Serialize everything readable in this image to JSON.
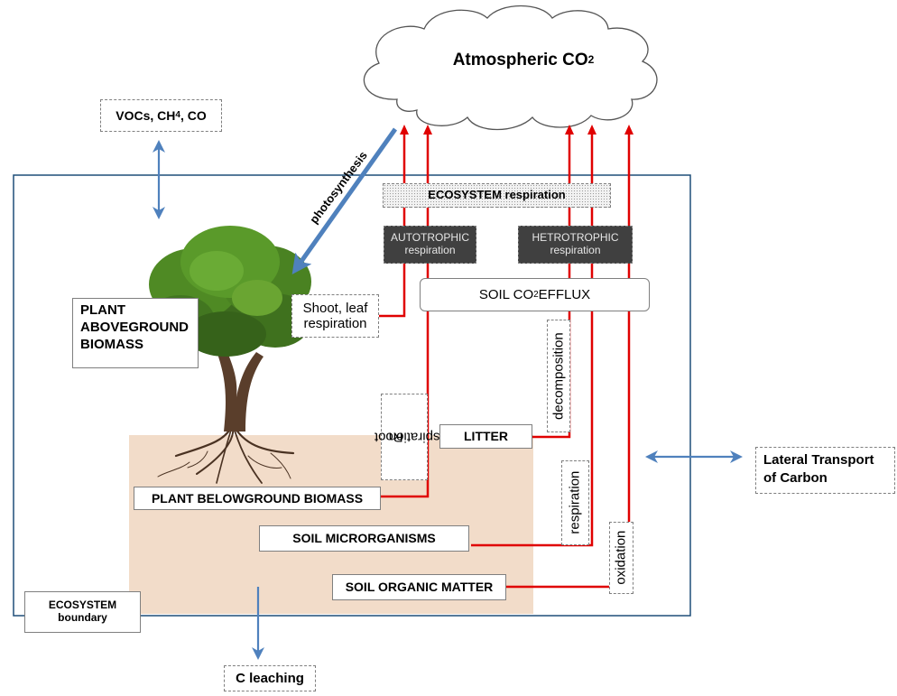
{
  "diagram": {
    "atmosphere": {
      "label": "Atmospheric CO",
      "subscript": "2"
    },
    "gases": {
      "label_a": "VOCs, CH",
      "sub": "4",
      "label_b": ", CO"
    },
    "photosynthesis": "photosynthesis",
    "ecosystem_respiration": "ECOSYSTEM respiration",
    "autotrophic": {
      "line1": "AUTOTROPHIC",
      "line2": "respiration"
    },
    "heterotrophic": {
      "line1": "HETROTROPHIC",
      "line2": "respiration"
    },
    "soil_efflux": {
      "label_a": "SOIL CO",
      "sub": "2",
      "label_b": " EFFLUX"
    },
    "shoot_leaf": {
      "line1": "Shoot, leaf",
      "line2": "respiration"
    },
    "plant_above": {
      "line1": "PLANT",
      "line2": "ABOVEGROUND",
      "line3": "BIOMASS"
    },
    "root_respiration": {
      "line1": "Root",
      "line2": "respiration"
    },
    "decomposition": "decomposition",
    "litter": "LITTER",
    "plant_below": "PLANT BELOWGROUND BIOMASS",
    "soil_micro": "SOIL MICRORGANISMS",
    "respiration": "respiration",
    "oxidation": "oxidation",
    "soil_organic": "SOIL ORGANIC MATTER",
    "ecosystem_boundary": {
      "line1": "ECOSYSTEM",
      "line2": "boundary"
    },
    "lateral": {
      "line1": "Lateral Transport",
      "line2": "of Carbon"
    },
    "leaching": "C leaching",
    "colors": {
      "red": "#e00000",
      "blue": "#4f81bd",
      "soil": "#f2dcc9",
      "border": "#1f4e79"
    }
  }
}
